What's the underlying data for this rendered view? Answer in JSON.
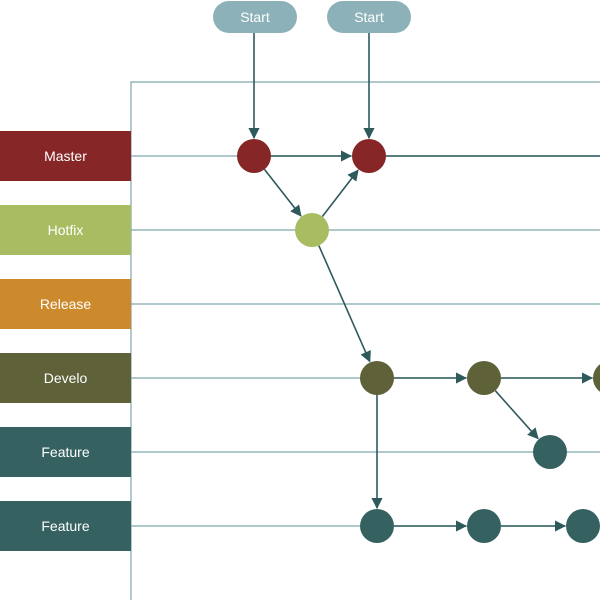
{
  "starts": [
    {
      "label": "Start"
    },
    {
      "label": "Start"
    }
  ],
  "lanes": [
    {
      "id": "master",
      "label": "Master",
      "color": "#862626"
    },
    {
      "id": "hotfix",
      "label": "Hotfix",
      "color": "#a8bd61"
    },
    {
      "id": "release",
      "label": "Release",
      "color": "#cd8a2c"
    },
    {
      "id": "develop",
      "label": "Develo",
      "color": "#5f6138"
    },
    {
      "id": "feature1",
      "label": "Feature",
      "color": "#356261"
    },
    {
      "id": "feature2",
      "label": "Feature",
      "color": "#356261"
    }
  ],
  "colors": {
    "line": "#7fa6ab",
    "arrow": "#2e5a5c",
    "start_pill": "#8db1b8"
  },
  "commits": [
    {
      "id": "m1",
      "lane": "master"
    },
    {
      "id": "m2",
      "lane": "master"
    },
    {
      "id": "h1",
      "lane": "hotfix"
    },
    {
      "id": "d1",
      "lane": "develop"
    },
    {
      "id": "d2",
      "lane": "develop"
    },
    {
      "id": "d3",
      "lane": "develop"
    },
    {
      "id": "f1a",
      "lane": "feature1"
    },
    {
      "id": "f2a",
      "lane": "feature2"
    },
    {
      "id": "f2b",
      "lane": "feature2"
    },
    {
      "id": "f2c",
      "lane": "feature2"
    }
  ],
  "edges": [
    {
      "from": "start-1",
      "to": "m1"
    },
    {
      "from": "start-2",
      "to": "m2"
    },
    {
      "from": "m1",
      "to": "m2"
    },
    {
      "from": "m1",
      "to": "h1"
    },
    {
      "from": "h1",
      "to": "m2"
    },
    {
      "from": "h1",
      "to": "d1"
    },
    {
      "from": "d1",
      "to": "d2"
    },
    {
      "from": "d2",
      "to": "d3"
    },
    {
      "from": "d2",
      "to": "f1a"
    },
    {
      "from": "d1",
      "to": "f2a"
    },
    {
      "from": "f2a",
      "to": "f2b"
    },
    {
      "from": "f2b",
      "to": "f2c"
    }
  ]
}
